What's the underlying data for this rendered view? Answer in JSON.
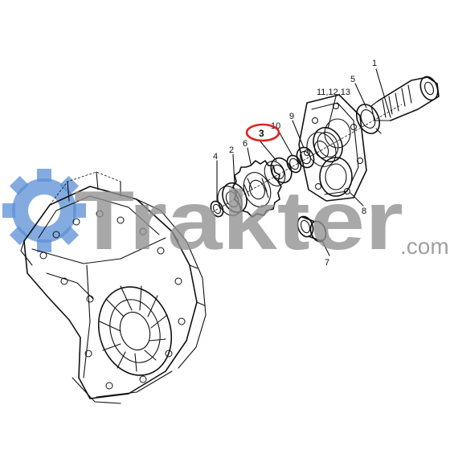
{
  "callouts": {
    "c1": "1",
    "c2": "2",
    "c3": "3",
    "c4": "4",
    "c5": "5",
    "c6": "6",
    "c7": "7",
    "c8": "8",
    "c9": "9",
    "c10": "10",
    "c11": "11,12,13"
  },
  "watermark": {
    "brand": "Trakter",
    "suffix": ".com",
    "gear_color": "#5b8fd6",
    "text_color": "#8f8f8f"
  },
  "highlight": {
    "color": "#e02020"
  }
}
